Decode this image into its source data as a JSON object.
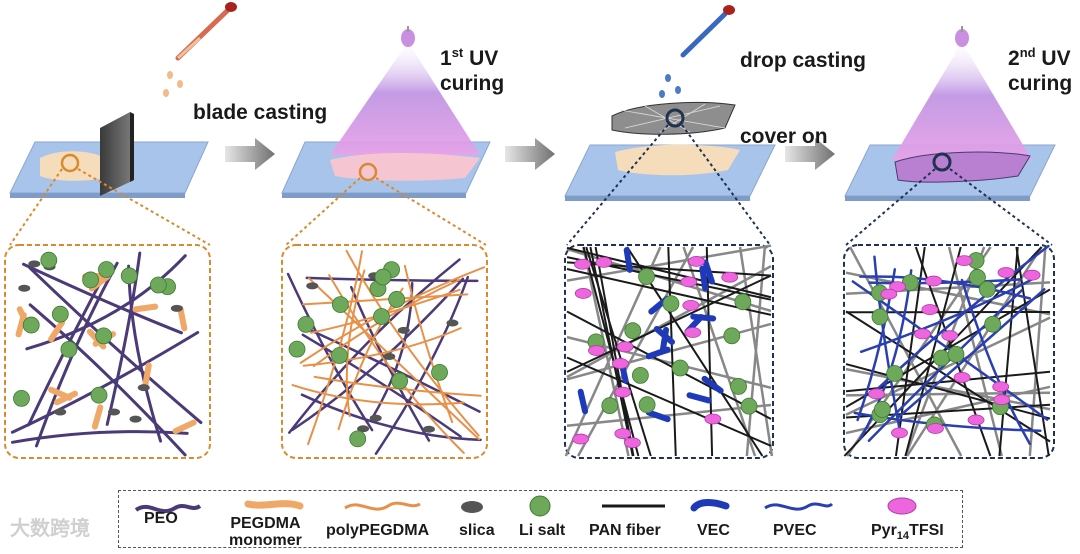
{
  "steps": {
    "blade_casting": "blade casting",
    "uv1_prefix": "1",
    "uv1_sup": "st",
    "uv1_rest": " UV",
    "uv1_line2": "curing",
    "drop_casting": "drop casting",
    "cover_on": "cover on",
    "uv2_prefix": "2",
    "uv2_sup": "nd",
    "uv2_rest": " UV",
    "uv2_line2": "curing"
  },
  "legend": {
    "peo": "PEO",
    "pegdma_line1": "PEGDMA",
    "pegdma_line2": "monomer",
    "polypegdma": "polyPEGDMA",
    "slica": "slica",
    "li_salt": "Li salt",
    "pan_fiber": "PAN fiber",
    "vec": "VEC",
    "pvec": "PVEC",
    "pyr_prefix": "Pyr",
    "pyr_sub": "14",
    "pyr_suffix": "TFSI"
  },
  "colors": {
    "peo": "#4b3a78",
    "pegdma": "#f0a868",
    "polypegdma": "#e89048",
    "slica": "#555555",
    "li_salt": "#6ea85a",
    "pan_fiber": "#1a1a1a",
    "vec": "#1e3ab8",
    "pvec": "#2a3fb0",
    "pyr14tfsi": "#ee66dd",
    "plate": "#a9c4ea",
    "orange_box": "#d98a2e",
    "navy_box": "#1f3350"
  },
  "watermark": "大数跨境"
}
